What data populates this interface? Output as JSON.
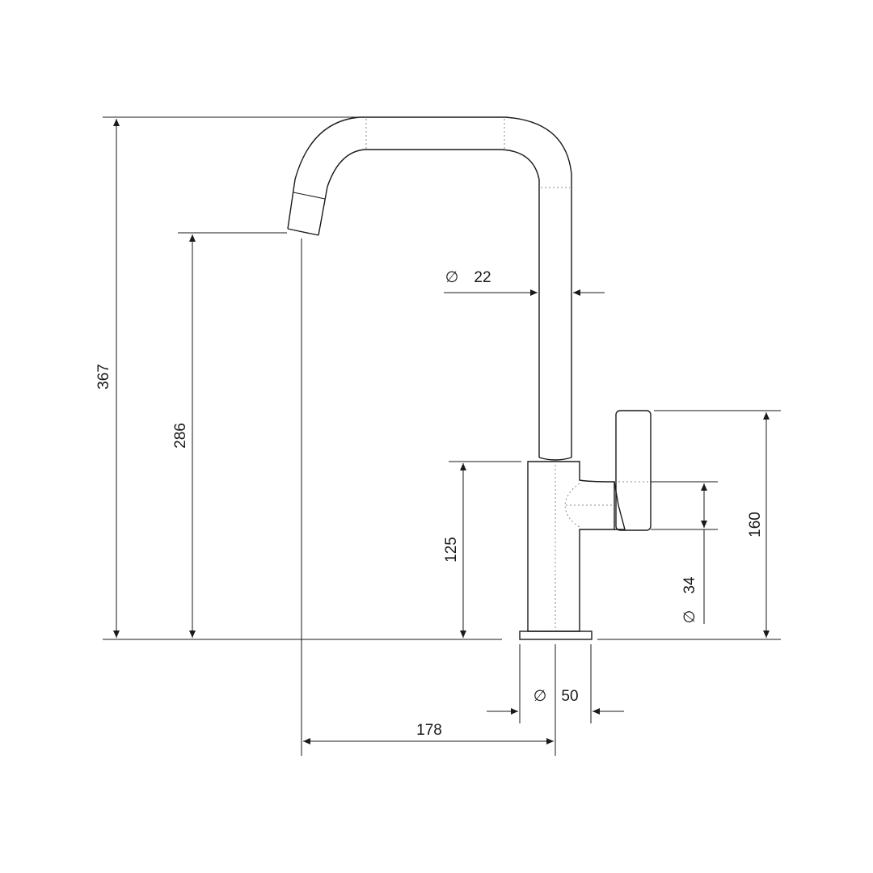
{
  "drawing": {
    "line_color": "#1a1a1a",
    "hidden_line_color": "#888888",
    "background": "#ffffff",
    "dimensions": {
      "total_height": "367",
      "spout_height": "286",
      "body_height": "125",
      "lever_height": "160",
      "tube_diameter_symbol": "∅",
      "tube_diameter": "22",
      "lever_diameter_symbol": "∅",
      "lever_diameter": "34",
      "base_diameter_symbol": "∅",
      "base_diameter": "50",
      "spout_reach": "178"
    }
  }
}
